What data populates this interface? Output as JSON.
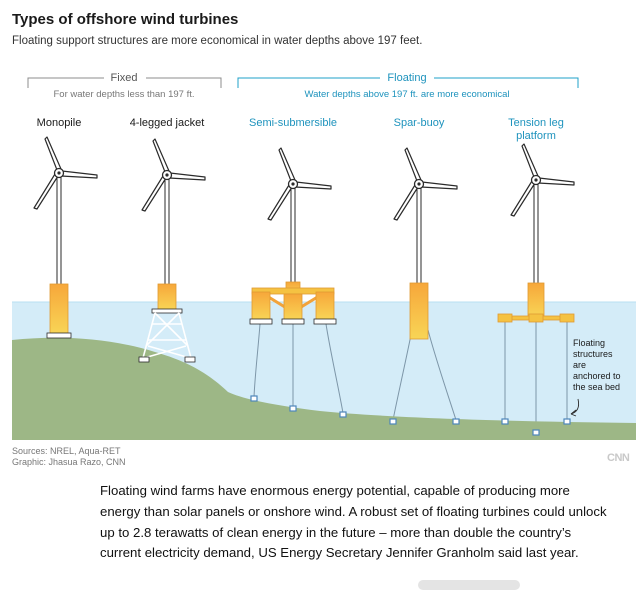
{
  "header": {
    "title": "Types of offshore wind turbines",
    "subtitle": "Floating support structures are more economical in water depths above 197 feet."
  },
  "groups": {
    "fixed": {
      "label": "Fixed",
      "note": "For water depths less than 197 ft."
    },
    "floating": {
      "label": "Floating",
      "note": "Water depths above 197 ft. are more economical"
    }
  },
  "turbines": [
    {
      "label": "Monopile"
    },
    {
      "label": "4-legged jacket"
    },
    {
      "label": "Semi-submersible"
    },
    {
      "label": "Spar-buoy"
    },
    {
      "label": "Tension leg",
      "label2": "platform"
    }
  ],
  "annotation": {
    "lines": [
      "Floating",
      "structures",
      "are",
      "anchored to",
      "the sea bed"
    ]
  },
  "footer": {
    "sources": "Sources: NREL, Aqua-RET",
    "graphic": "Graphic: Jhasua Razo, CNN",
    "logo": "CNN"
  },
  "article": {
    "paragraph": "Floating wind farms have enormous energy potential, capable of producing more energy than solar panels or onshore wind. A robust set of floating turbines could unlock up to 2.8 terawatts of clean energy in the future – more than double the country’s current electricity demand, US Energy Secretary Jennifer Granholm said last year."
  },
  "colors": {
    "fixed_accent": "#8c8c8c",
    "floating_accent": "#1fa0c8",
    "sea": "#d4ecf8",
    "seabed": "#9db786",
    "float_yellow": "#f5c242",
    "float_orange": "#f2a33a",
    "anchor": "#5a8fc0"
  }
}
